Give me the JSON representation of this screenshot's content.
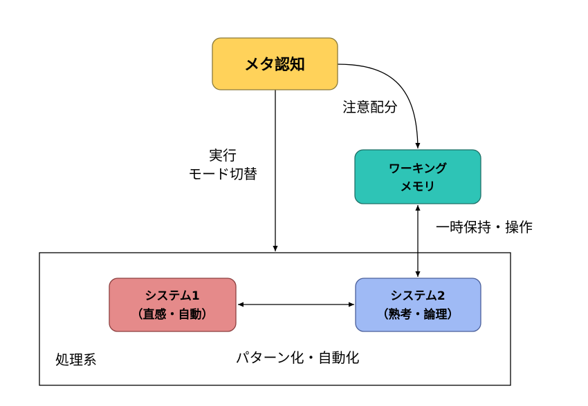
{
  "nodes": {
    "meta": {
      "label": "メタ認知",
      "fill": "#ffd25a",
      "stroke": "#8a7a3a"
    },
    "wm": {
      "line1": "ワーキング",
      "line2": "メモリ",
      "fill": "#2ec4b6",
      "stroke": "#1f6f66"
    },
    "sys1": {
      "line1": "システム1",
      "line2": "（直感・自動）",
      "fill": "#e58a8a",
      "stroke": "#8c3f3f"
    },
    "sys2": {
      "line1": "システム2",
      "line2": "（熟考・論理）",
      "fill": "#9fbaf5",
      "stroke": "#4a5f9a"
    }
  },
  "container": {
    "label": "処理系"
  },
  "edges": {
    "meta_to_processing": {
      "line1": "実行",
      "line2": "モード切替"
    },
    "meta_to_wm": {
      "label": "注意配分"
    },
    "wm_to_sys2": {
      "label": "一時保持・操作"
    },
    "sys1_sys2": {
      "label": "パターン化・自動化"
    }
  }
}
